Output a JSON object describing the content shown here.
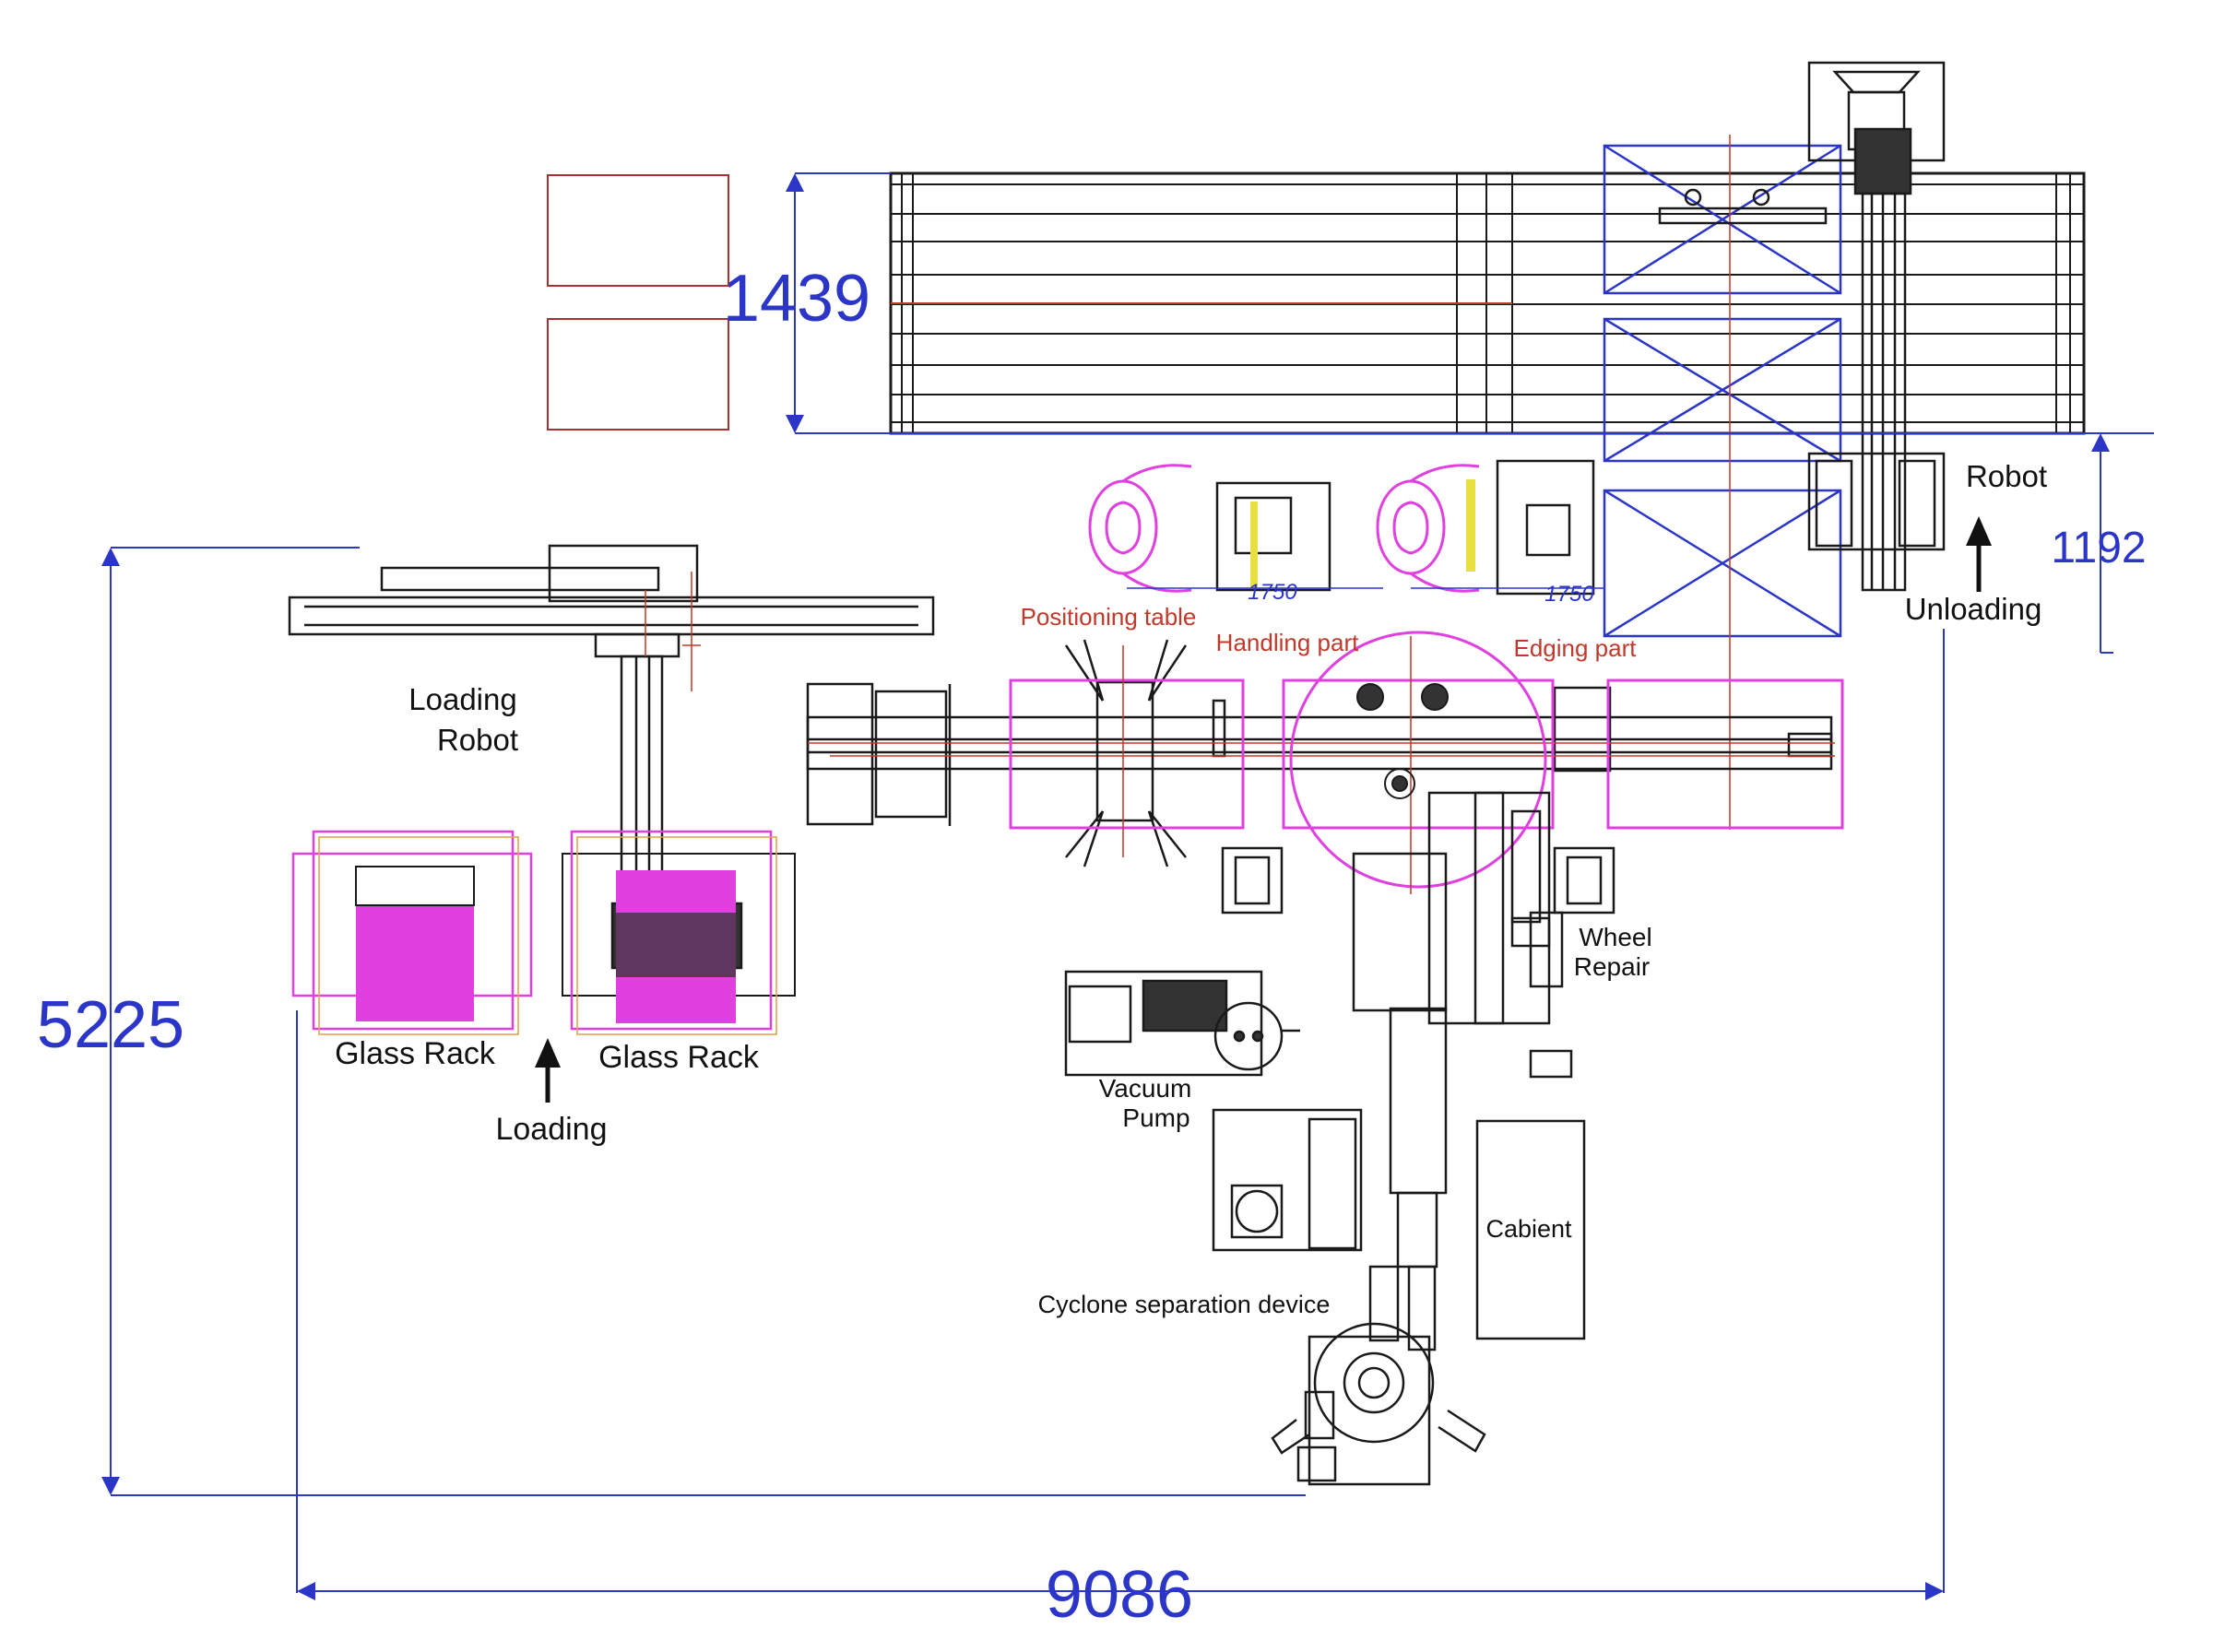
{
  "dimensions": {
    "conveyor_height": "1439",
    "overall_height": "5225",
    "overall_width": "9086",
    "unloading_offset": "1192",
    "pos_table_width": "1750",
    "edging_width": "1750"
  },
  "labels": {
    "loading_robot_line1": "Loading",
    "loading_robot_line2": "Robot",
    "glass_rack_left": "Glass Rack",
    "glass_rack_right": "Glass Rack",
    "loading": "Loading",
    "positioning_table": "Positioning table",
    "handling_part": "Handling part",
    "edging_part": "Edging part",
    "robot": "Robot",
    "unloading": "Unloading",
    "wheel_repair_line1": "Wheel",
    "wheel_repair_line2": "Repair",
    "vacuum_pump_line1": "Vacuum",
    "vacuum_pump_line2": "Pump",
    "cabinet": "Cabient",
    "cyclone": "Cyclone separation device"
  },
  "colors": {
    "dimension": "#2b36c8",
    "annotation_red": "#c0392b",
    "magenta": "#e040e0",
    "drawing": "#1a1a1a"
  }
}
